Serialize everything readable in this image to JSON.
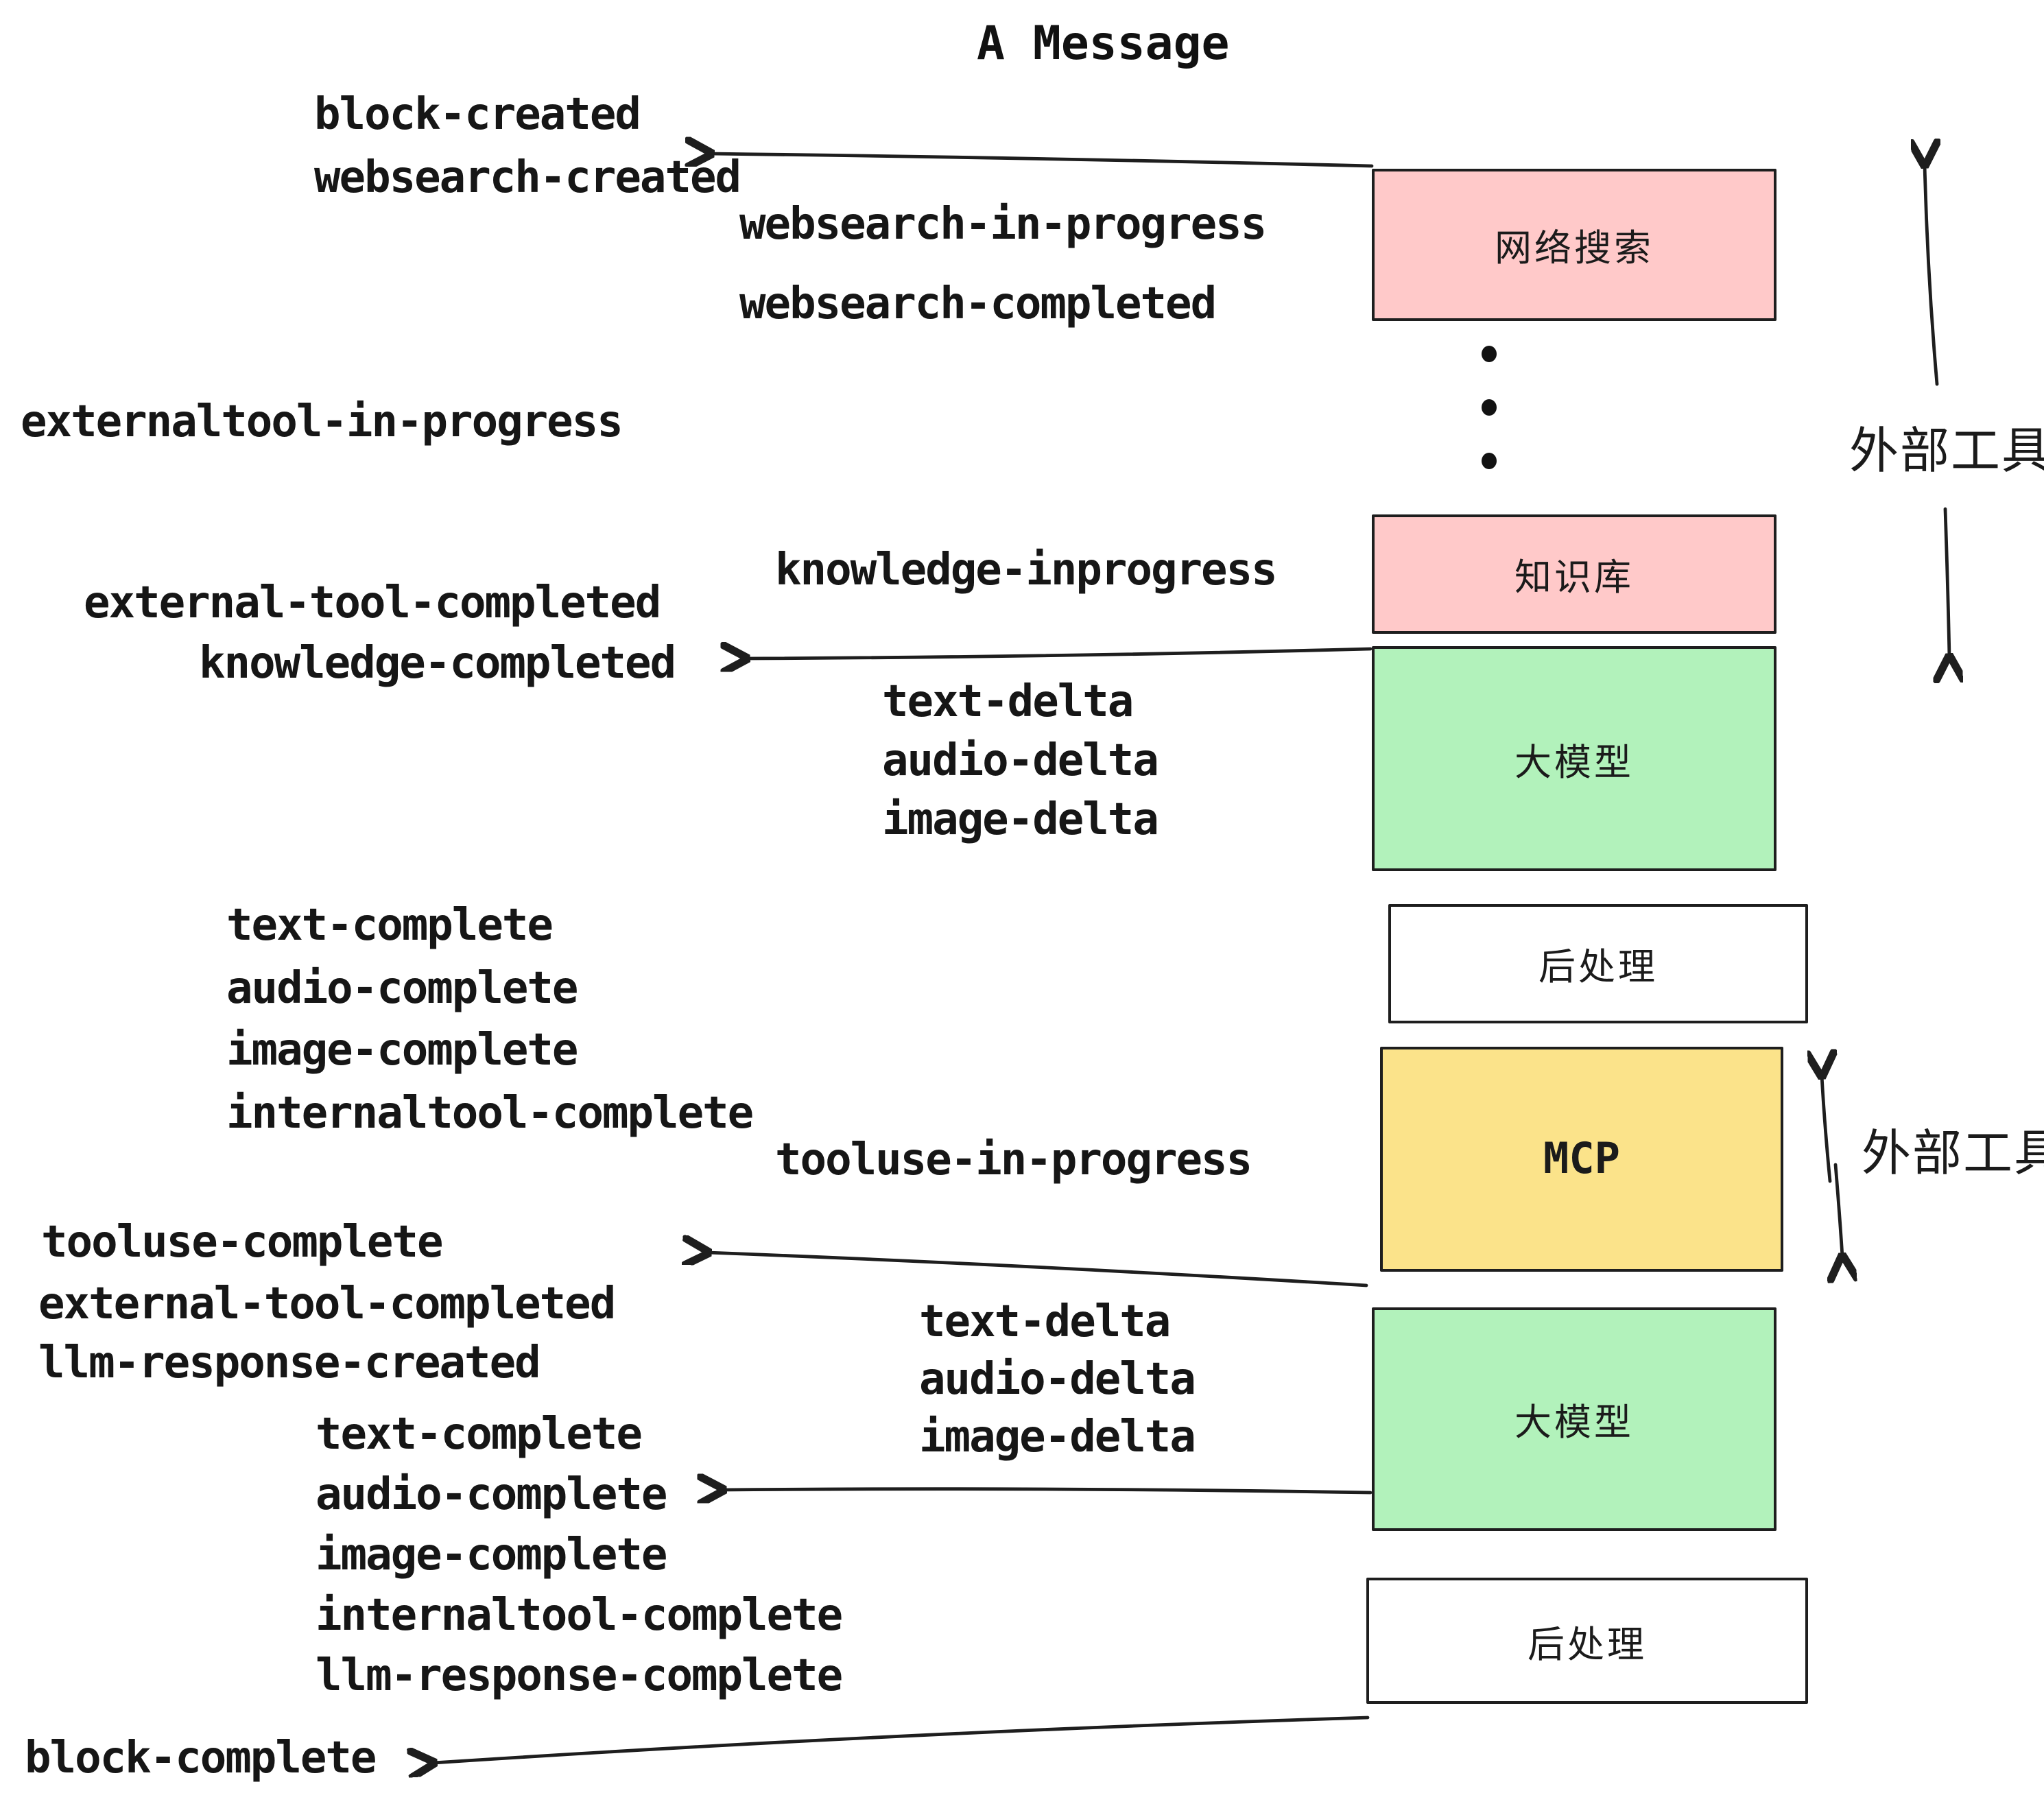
{
  "title": "A Message",
  "colors": {
    "pink": "#ffc9c9",
    "green": "#b2f2bb",
    "yellow": "#fbe38a",
    "white": "#ffffff",
    "stroke": "#1e1e1e"
  },
  "boxes": {
    "websearch": {
      "label": "网络搜索",
      "fill": "#ffc9c9"
    },
    "knowledge": {
      "label": "知识库",
      "fill": "#ffc9c9"
    },
    "llm1": {
      "label": "大模型",
      "fill": "#b2f2bb"
    },
    "post1": {
      "label": "后处理",
      "fill": "#ffffff"
    },
    "mcp": {
      "label": "MCP",
      "fill": "#fbe38a"
    },
    "llm2": {
      "label": "大模型",
      "fill": "#b2f2bb"
    },
    "post2": {
      "label": "后处理",
      "fill": "#ffffff"
    }
  },
  "side_labels": {
    "external_tools_top": "外部工具",
    "external_tools_mid": "外部工具"
  },
  "events": {
    "block_created": "block-created",
    "websearch_created": "websearch-created",
    "websearch_in_progress": "websearch-in-progress",
    "websearch_completed": "websearch-completed",
    "externaltool_in_progress": "externaltool-in-progress",
    "knowledge_inprogress": "knowledge-inprogress",
    "external_tool_completed_1": "external-tool-completed",
    "knowledge_completed": "knowledge-completed",
    "text_delta_1": "text-delta",
    "audio_delta_1": "audio-delta",
    "image_delta_1": "image-delta",
    "text_complete_1": "text-complete",
    "audio_complete_1": "audio-complete",
    "image_complete_1": "image-complete",
    "internaltool_complete_1": "internaltool-complete",
    "tooluse_in_progress": "tooluse-in-progress",
    "tooluse_complete": "tooluse-complete",
    "external_tool_completed_2": "external-tool-completed",
    "llm_response_created": "llm-response-created",
    "text_delta_2": "text-delta",
    "audio_delta_2": "audio-delta",
    "image_delta_2": "image-delta",
    "text_complete_2": "text-complete",
    "audio_complete_2": "audio-complete",
    "image_complete_2": "image-complete",
    "internaltool_complete_2": "internaltool-complete",
    "llm_response_complete": "llm-response-complete",
    "block_complete": "block-complete"
  }
}
